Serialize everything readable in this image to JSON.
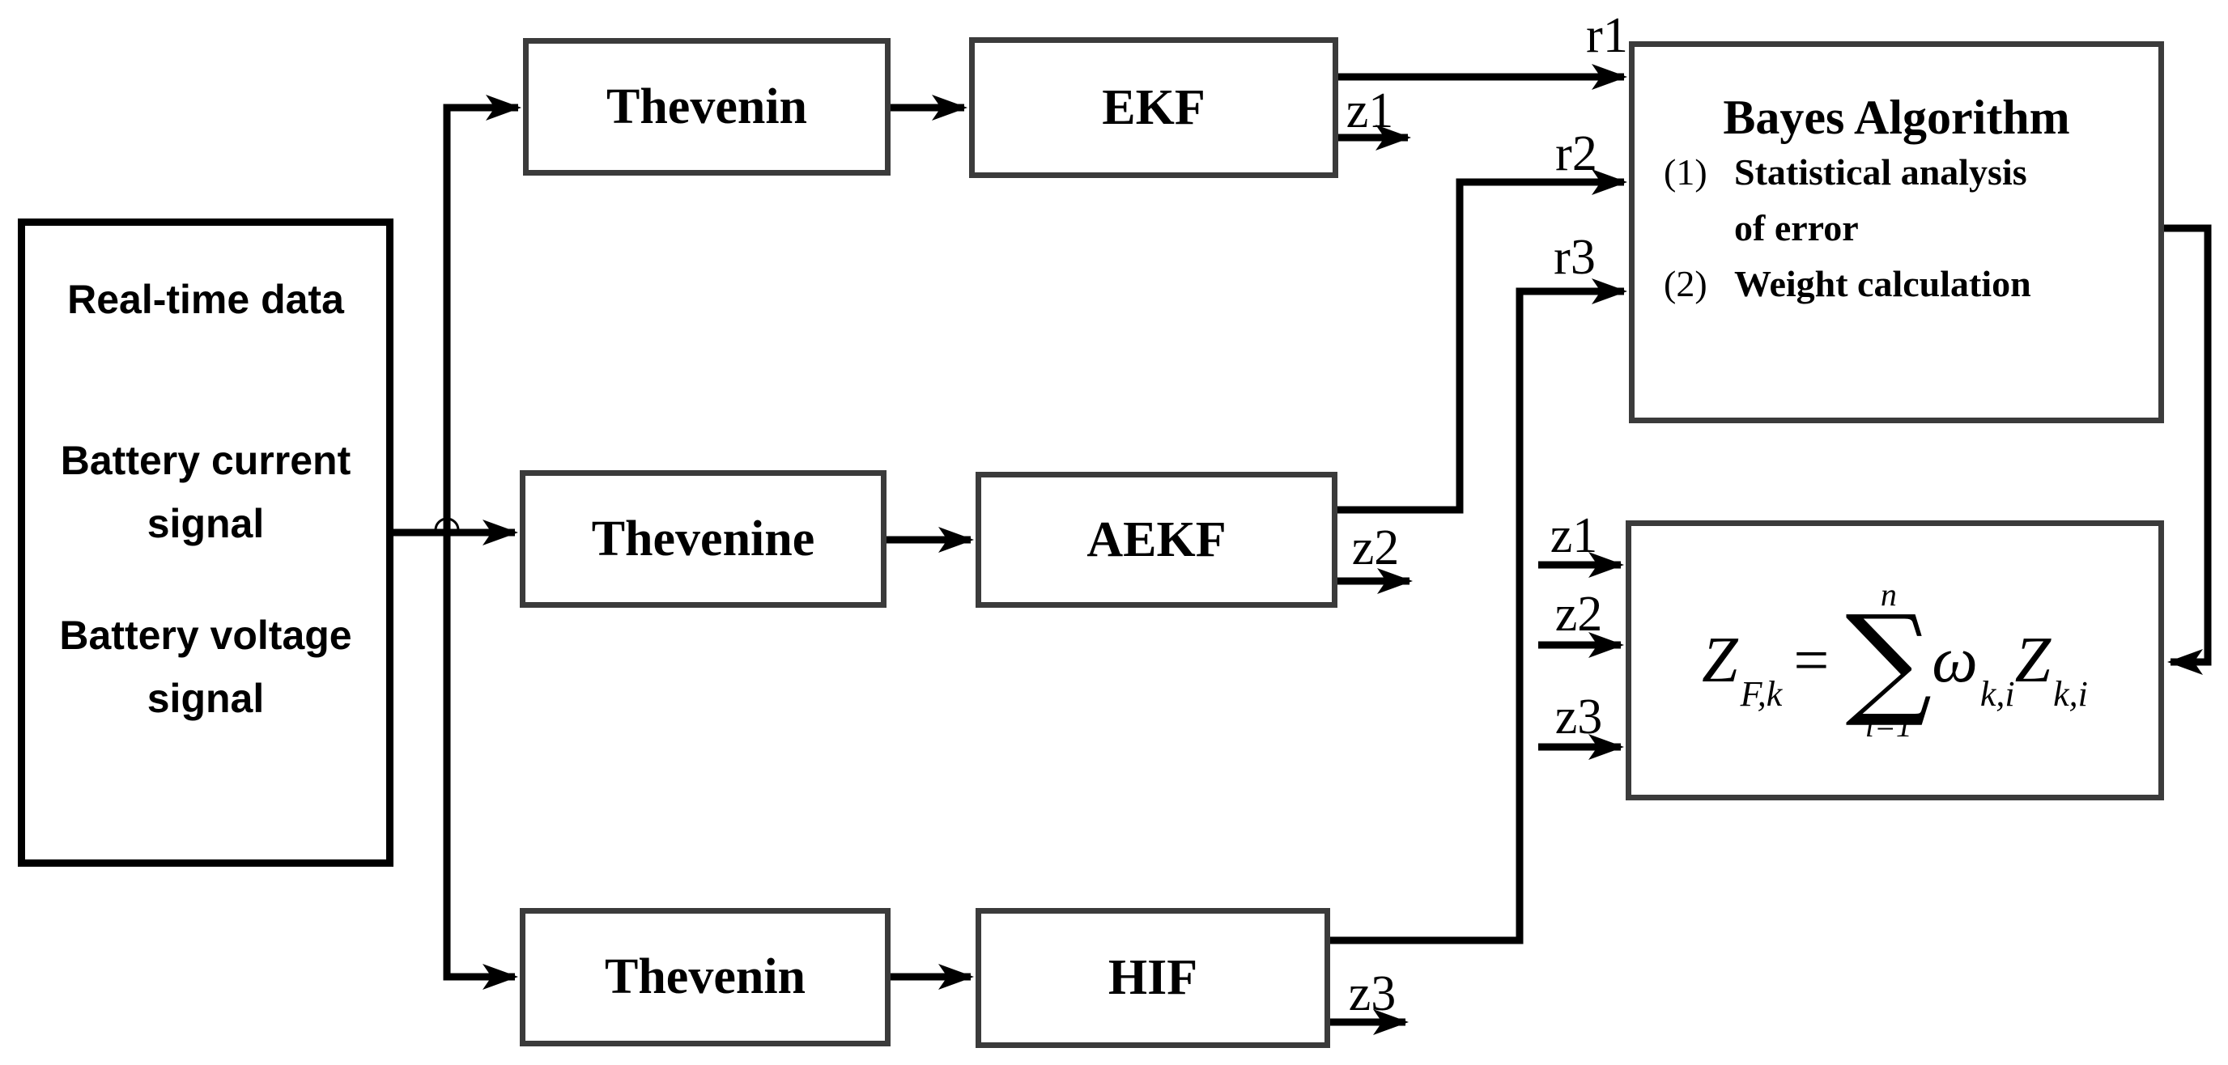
{
  "realtime": {
    "title": "Real-time data",
    "signal1": "Battery current signal",
    "signal2": "Battery voltage signal"
  },
  "models": {
    "top": "Thevenin",
    "middle": "Thevenine",
    "bottom": "Thevenin"
  },
  "filters": {
    "top": "EKF",
    "middle": "AEKF",
    "bottom": "HIF"
  },
  "bayes": {
    "title": "Bayes Algorithm",
    "item1_num": "(1)",
    "item1_line1": "Statistical analysis",
    "item1_line2": "of error",
    "item2_num": "(2)",
    "item2_line1": "Weight calculation"
  },
  "signals": {
    "r1": "r1",
    "r2": "r2",
    "r3": "r3",
    "z1_out": "z1",
    "z2_out": "z2",
    "z3_out": "z3",
    "z1_in": "z1",
    "z2_in": "z2",
    "z3_in": "z3"
  },
  "formula": {
    "lhs_base": "Z",
    "lhs_sub": "F,k",
    "equals": "=",
    "sum_symbol": "∑",
    "sum_upper": "n",
    "sum_lower": "i=1",
    "term1_base": "ω",
    "term1_sub": "k,i",
    "term2_base": "Z",
    "term2_sub": "k,i"
  },
  "colors": {
    "line": "#000000",
    "box_border": "#3b3b3b",
    "background": "#ffffff"
  }
}
